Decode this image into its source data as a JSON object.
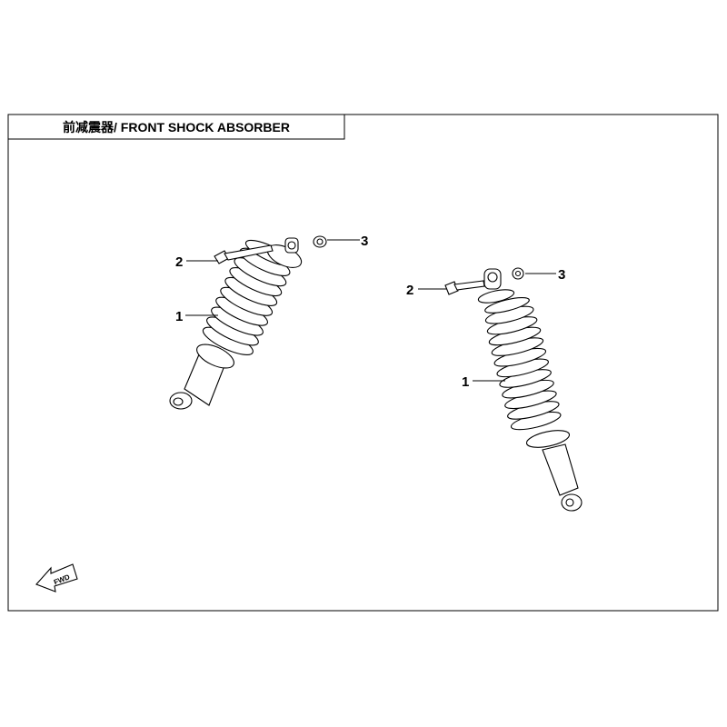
{
  "header": {
    "title": "前减震器/ FRONT SHOCK ABSORBER"
  },
  "left_assembly": {
    "callouts": [
      {
        "number": "2"
      },
      {
        "number": "3"
      },
      {
        "number": "1"
      }
    ]
  },
  "right_assembly": {
    "callouts": [
      {
        "number": "2"
      },
      {
        "number": "3"
      },
      {
        "number": "1"
      }
    ]
  },
  "direction_marker": {
    "label": "FWD"
  }
}
